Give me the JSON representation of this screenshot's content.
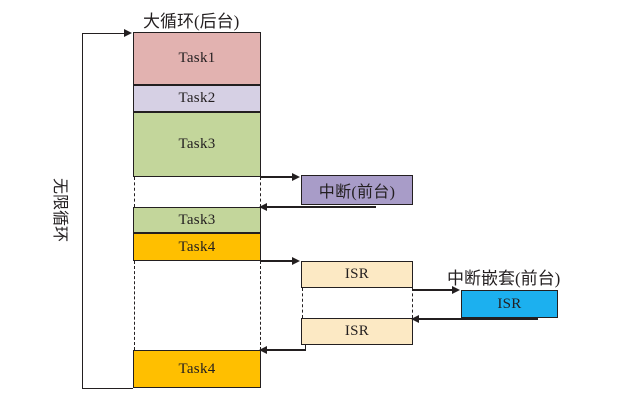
{
  "diagram": {
    "title_top": "大循环(后台)",
    "title_nested": "中断嵌套(前台)",
    "loop_label": "无限循环",
    "footer_note": "",
    "colors": {
      "task1": "#e2b2b0",
      "task2": "#d6d0e4",
      "task3": "#c3d69b",
      "task4": "#ffbf00",
      "interrupt": "#a89cc8",
      "isr": "#fce9c4",
      "isr_nested": "#1cb0ef",
      "stroke": "#231f20"
    },
    "background_column": {
      "blocks": [
        {
          "label": "Task1",
          "color_key": "task1"
        },
        {
          "label": "Task2",
          "color_key": "task2"
        },
        {
          "label": "Task3",
          "color_key": "task3"
        },
        {
          "label": "Task3",
          "color_key": "task3"
        },
        {
          "label": "Task4",
          "color_key": "task4"
        },
        {
          "label": "Task4",
          "color_key": "task4"
        }
      ]
    },
    "foreground": {
      "interrupt_label": "中断(前台)",
      "isr_top_label": "ISR",
      "isr_bottom_label": "ISR",
      "isr_nested_label": "ISR"
    }
  }
}
